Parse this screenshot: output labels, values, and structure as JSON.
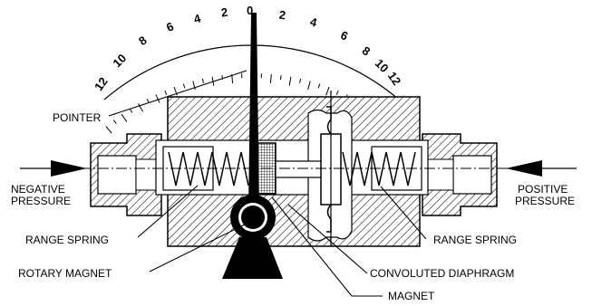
{
  "dial": {
    "tick_labels_left": [
      "12",
      "10",
      "8",
      "6",
      "4",
      "2"
    ],
    "center_label": "0",
    "tick_labels_right": [
      "2",
      "4",
      "6",
      "8",
      "10",
      "12"
    ]
  },
  "labels": {
    "pointer": "POINTER",
    "negative_pressure_line1": "NEGATIVE",
    "negative_pressure_line2": "PRESSURE",
    "positive_pressure_line1": "POSITIVE",
    "positive_pressure_line2": "PRESSURE",
    "range_spring_left": "RANGE SPRING",
    "range_spring_right": "RANGE SPRING",
    "rotary_magnet": "ROTARY MAGNET",
    "convoluted_diaphragm": "CONVOLUTED DIAPHRAGM",
    "magnet": "MAGNET"
  }
}
